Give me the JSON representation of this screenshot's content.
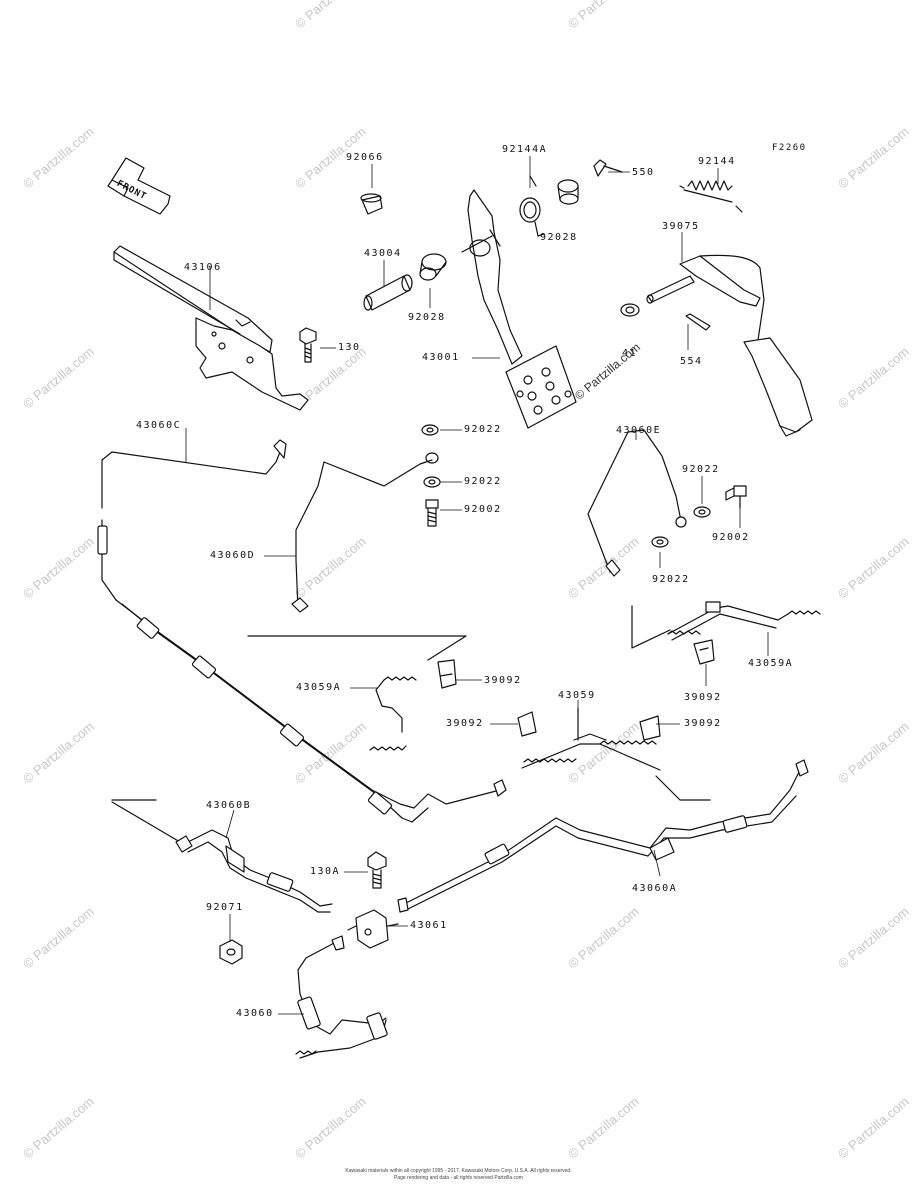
{
  "diagram_code": "F2260",
  "front_label": "FRONT",
  "watermark_text": "© Partzilla.com",
  "center_watermark": "© Partzilla.com",
  "parts": {
    "p92066": "92066",
    "p92144A": "92144A",
    "p550": "550",
    "p92144": "92144",
    "p43004": "43004",
    "p92028_a": "92028",
    "p92028_b": "92028",
    "p39075": "39075",
    "p43106": "43106",
    "p130": "130",
    "p43001": "43001",
    "p41": "41",
    "p554": "554",
    "p43060C": "43060C",
    "p92022_a": "92022",
    "p92022_b": "92022",
    "p92002_a": "92002",
    "p43060E": "43060E",
    "p92022_c": "92022",
    "p92002_b": "92002",
    "p92022_d": "92022",
    "p43060D": "43060D",
    "p43059A_a": "43059A",
    "p39092_a": "39092",
    "p43059A_b": "43059A",
    "p39092_b": "39092",
    "p43059": "43059",
    "p39092_c": "39092",
    "p39092_d": "39092",
    "p43060B": "43060B",
    "p130A": "130A",
    "p43060A": "43060A",
    "p92071": "92071",
    "p43061": "43061",
    "p43060": "43060"
  },
  "footer": {
    "line1": "Kawasaki materials within all copyright 1995 - 2017, Kawasaki Motors Corp. U.S.A. All rights reserved.",
    "line2": "Page rendering and data - all rights reserved Partzilla.com"
  }
}
